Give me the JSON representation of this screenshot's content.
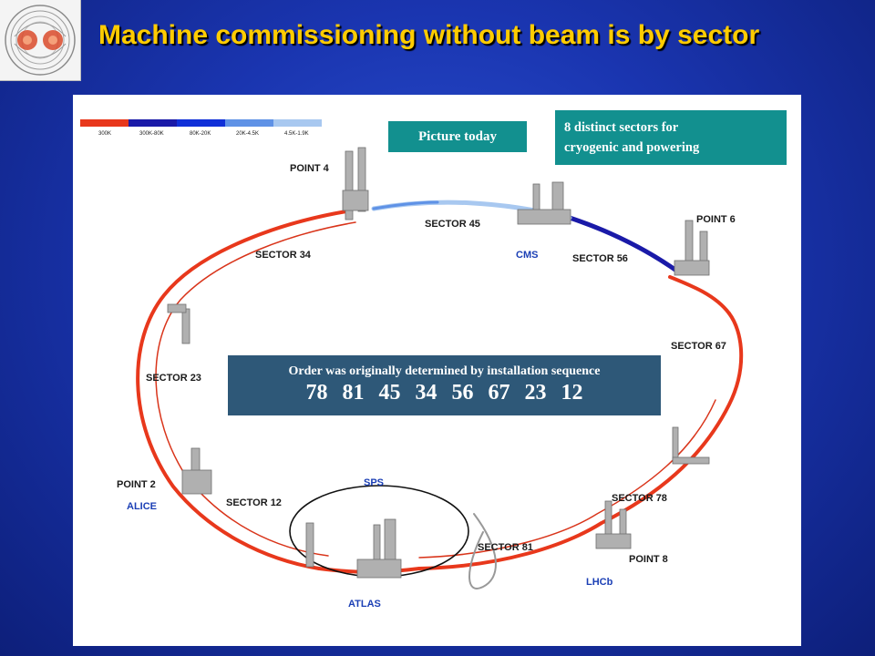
{
  "slide": {
    "title": "Machine commissioning without beam is by sector"
  },
  "legend": [
    {
      "label": "300K",
      "color": "#e8381c"
    },
    {
      "label": "300K-80K",
      "color": "#1a1aa8"
    },
    {
      "label": "80K-20K",
      "color": "#1030d8"
    },
    {
      "label": "20K-4.5K",
      "color": "#5f92e6"
    },
    {
      "label": "4.5K-1.9K",
      "color": "#a8c8f0"
    }
  ],
  "callouts": {
    "picture_today": "Picture today",
    "sectors_line1": "8 distinct sectors for",
    "sectors_line2": "cryogenic and powering",
    "order_note": "Order was originally determined by installation sequence",
    "order_sequence": "78  81  45  34  56  67  23  12"
  },
  "diagram": {
    "points": [
      "POINT 4",
      "POINT 6",
      "POINT 2",
      "POINT 8"
    ],
    "sectors": [
      "SECTOR 45",
      "SECTOR 34",
      "SECTOR 56",
      "SECTOR 67",
      "SECTOR 23",
      "SECTOR 12",
      "SECTOR 78",
      "SECTOR 81"
    ],
    "experiments": [
      "CMS",
      "ALICE",
      "SPS",
      "ATLAS",
      "LHCb"
    ]
  }
}
